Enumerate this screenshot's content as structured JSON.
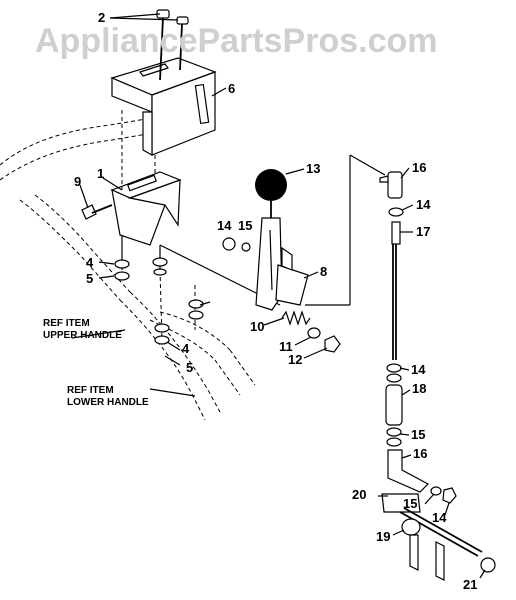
{
  "watermark": "AppliancePartsPros.com",
  "callouts": [
    "1",
    "2",
    "4",
    "4",
    "5",
    "5",
    "6",
    "8",
    "9",
    "10",
    "11",
    "12",
    "13",
    "14",
    "14",
    "14",
    "14",
    "15",
    "15",
    "15",
    "16",
    "16",
    "17",
    "18",
    "19",
    "20",
    "21"
  ],
  "refs": {
    "upper_line1": "REF ITEM",
    "upper_line2": "UPPER HANDLE",
    "lower_line1": "REF ITEM",
    "lower_line2": "LOWER HANDLE"
  }
}
